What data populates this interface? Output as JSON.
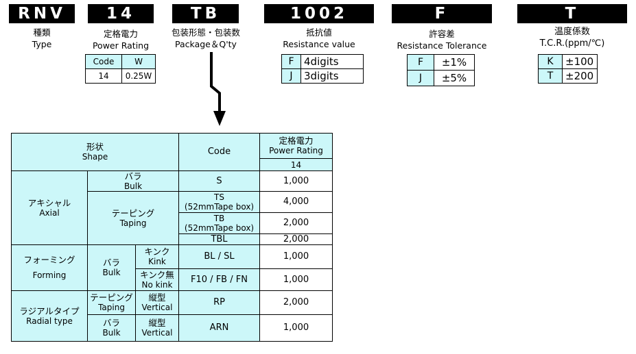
{
  "header": [
    {
      "code": "RNV",
      "ja": "種類",
      "en": "Type"
    },
    {
      "code": "14",
      "ja": "定格電力",
      "en": "Power Rating"
    },
    {
      "code": "TB",
      "ja": "包装形態・包装数",
      "en": "Package＆Q'ty"
    },
    {
      "code": "1002",
      "ja": "抵抗値",
      "en": "Resistance value"
    },
    {
      "code": "F",
      "ja": "許容差",
      "en": "Resistance Tolerance"
    },
    {
      "code": "T",
      "ja": "温度係数",
      "en": "T.C.R.(ppm/℃)"
    }
  ],
  "power_table": {
    "head": [
      "Code",
      "W"
    ],
    "rows": [
      [
        "14",
        "0.25W"
      ]
    ]
  },
  "resistance_table": {
    "rows": [
      [
        "F",
        "4digits"
      ],
      [
        "J",
        "3digits"
      ]
    ]
  },
  "tolerance_table": {
    "rows": [
      [
        "F",
        "±1%"
      ],
      [
        "J",
        "±5%"
      ]
    ]
  },
  "tcr_table": {
    "rows": [
      [
        "K",
        "±100"
      ],
      [
        "T",
        "±200"
      ]
    ]
  },
  "main_table": {
    "shape_ja": "形状",
    "shape_en": "Shape",
    "code": "Code",
    "rating_ja": "定格電力",
    "rating_en": "Power Rating",
    "rating_code": "14",
    "axial_ja": "アキシャル",
    "axial_en": "Axial",
    "bulk1_ja": "バラ",
    "bulk1_en": "Bulk",
    "s_code": "S",
    "s_qty": "1,000",
    "taping1_ja": "テーピング",
    "taping1_en": "Taping",
    "ts_code": "TS",
    "ts_note": "(52mmTape box)",
    "ts_qty": "4,000",
    "tb_code": "TB",
    "tb_note": "(52mmTape box)",
    "tb_qty": "2,000",
    "tbl_code": "TBL",
    "tbl_qty": "2,000",
    "forming_ja": "フォーミング",
    "forming_en": "Forming",
    "bulk2_ja": "バラ",
    "bulk2_en": "Bulk",
    "kink_ja": "キンク",
    "kink_en": "Kink",
    "bl_code": "BL / SL",
    "bl_qty": "1,000",
    "nokink_ja": "キンク無",
    "nokink_en": "No kink",
    "f10_code": "F10 / FB / FN",
    "f10_qty": "1,000",
    "radial_ja": "ラジアルタイプ",
    "radial_en": "Radial type",
    "taping2_ja": "テーピング",
    "taping2_en": "Taping",
    "vert1_ja": "縦型",
    "vert1_en": "Vertical",
    "rp_code": "RP",
    "rp_qty": "2,000",
    "bulk3_ja": "バラ",
    "bulk3_en": "Bulk",
    "vert2_ja": "縦型",
    "vert2_en": "Vertical",
    "arn_code": "ARN",
    "arn_qty": "1,000"
  }
}
